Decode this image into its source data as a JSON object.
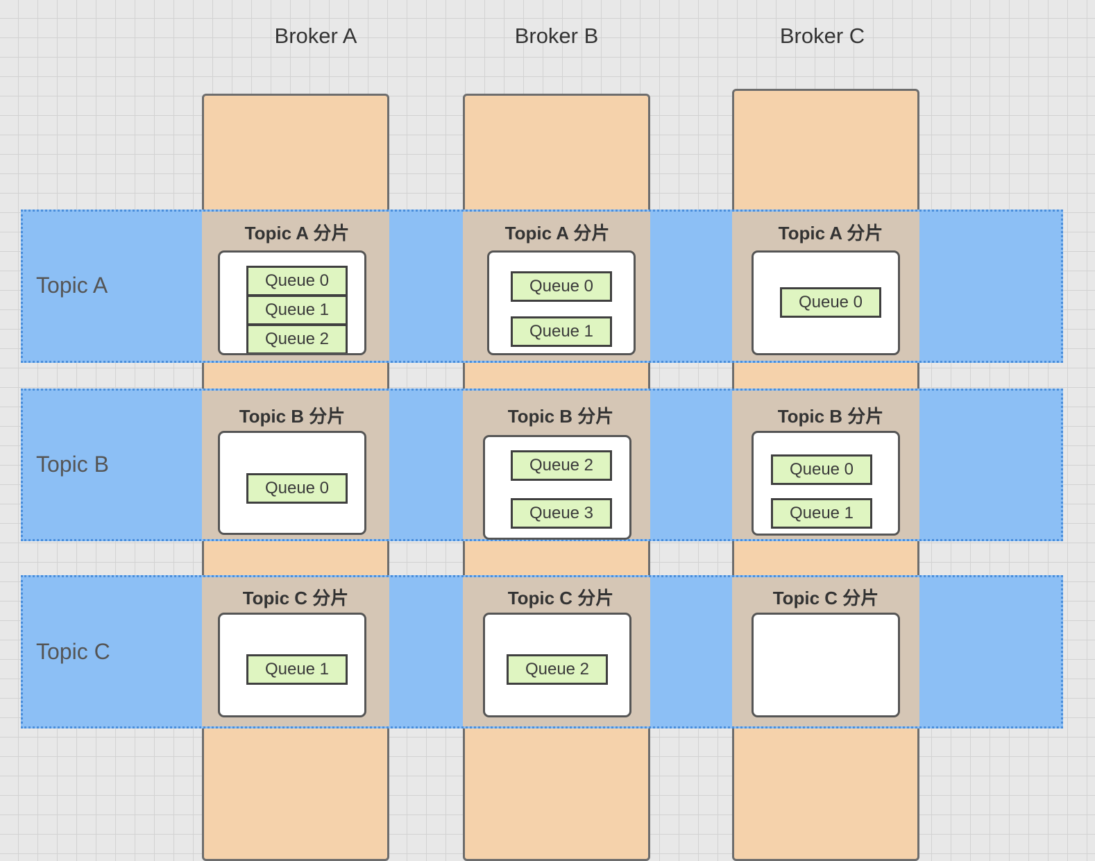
{
  "brokers": [
    {
      "name": "Broker A"
    },
    {
      "name": "Broker B"
    },
    {
      "name": "Broker C"
    }
  ],
  "topics": [
    {
      "name": "Topic A"
    },
    {
      "name": "Topic B"
    },
    {
      "name": "Topic C"
    }
  ],
  "shards": {
    "a_a": {
      "title": "Topic A 分片",
      "queues": [
        "Queue 0",
        "Queue 1",
        "Queue 2"
      ]
    },
    "a_b": {
      "title": "Topic A 分片",
      "queues": [
        "Queue 0",
        "Queue 1"
      ]
    },
    "a_c": {
      "title": "Topic A 分片",
      "queues": [
        "Queue 0"
      ]
    },
    "b_a": {
      "title": "Topic B 分片",
      "queues": [
        "Queue 0"
      ]
    },
    "b_b": {
      "title": "Topic B 分片",
      "queues": [
        "Queue 2",
        "Queue 3"
      ]
    },
    "b_c": {
      "title": "Topic B 分片",
      "queues": [
        "Queue 0",
        "Queue 1"
      ]
    },
    "c_a": {
      "title": "Topic C 分片",
      "queues": [
        "Queue 1"
      ]
    },
    "c_b": {
      "title": "Topic C 分片",
      "queues": [
        "Queue 2"
      ]
    },
    "c_c": {
      "title": "Topic C 分片",
      "queues": []
    }
  },
  "colors": {
    "broker_fill": "#f5d2ab",
    "topic_band": "#8cbff5",
    "queue_fill": "#dff5c1"
  }
}
